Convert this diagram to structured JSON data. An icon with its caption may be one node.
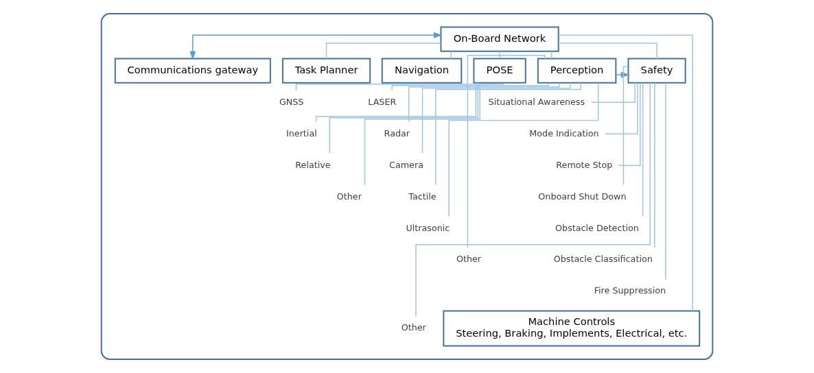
{
  "diagram": {
    "nodes": [
      {
        "text": [],
        "shape": "box"
      },
      {
        "text": [
          "On-Board Network"
        ],
        "in": 0
      },
      {
        "text": [
          "Communications gateway"
        ],
        "in": 0
      },
      {
        "text": [
          "Task Planner"
        ],
        "in": 0
      },
      {
        "text": [
          "Navigation"
        ],
        "in": 0
      },
      {
        "text": [
          "POSE"
        ],
        "in": 0
      },
      {
        "text": [
          "Perception"
        ],
        "in": 0
      },
      {
        "text": [
          "Safety"
        ],
        "in": 0
      },
      {
        "text": [
          "Machine Controls",
          "Steering, Braking, Implements, Electrical, etc."
        ],
        "in": 0
      },
      {
        "text": [
          "GNSS"
        ],
        "in": 0
      },
      {
        "text": [
          "Inertial"
        ],
        "in": 0
      },
      {
        "text": [
          "Relative"
        ],
        "in": 0
      },
      {
        "text": [
          "Other"
        ],
        "in": 0
      },
      {
        "text": [
          "LASER"
        ],
        "in": 0
      },
      {
        "text": [
          "Radar"
        ],
        "in": 0
      },
      {
        "text": [
          "Camera"
        ],
        "in": 0
      },
      {
        "text": [
          "Tactile"
        ],
        "in": 0
      },
      {
        "text": [
          "Ultrasonic"
        ],
        "in": 0
      },
      {
        "text": [
          "Other"
        ],
        "in": 0
      },
      {
        "text": [
          "Situational Awareness"
        ],
        "in": 0
      },
      {
        "text": [
          "Mode Indication"
        ],
        "in": 0
      },
      {
        "text": [
          "Remote Stop"
        ],
        "in": 0
      },
      {
        "text": [
          "Onboard Shut Down"
        ],
        "in": 0
      },
      {
        "text": [
          "Obstacle Detection"
        ],
        "in": 0
      },
      {
        "text": [
          "Obstacle Classification"
        ],
        "in": 0
      },
      {
        "text": [
          "Fire Suppression"
        ],
        "in": 0
      },
      {
        "text": [
          "Other"
        ],
        "in": 0
      }
    ],
    "edges": [
      {
        "from": 1,
        "to": 2,
        "arrow": "both",
        "color": "#5b9bd5"
      },
      {
        "from": 1,
        "to": 3,
        "arrow": "none"
      },
      {
        "from": 1,
        "to": 4,
        "arrow": "none"
      },
      {
        "from": 1,
        "to": 5,
        "arrow": "none"
      },
      {
        "from": 1,
        "to": 6,
        "arrow": "none"
      },
      {
        "from": 1,
        "to": 7,
        "arrow": "none"
      },
      {
        "from": 1,
        "to": 8,
        "arrow": "none"
      },
      {
        "from": 6,
        "to": 7,
        "arrow": "to",
        "color": "#5b9bd5"
      },
      {
        "from": 5,
        "to": 9,
        "arrow": "none"
      },
      {
        "from": 5,
        "to": 10,
        "arrow": "none"
      },
      {
        "from": 5,
        "to": 11,
        "arrow": "none"
      },
      {
        "from": 5,
        "to": 12,
        "arrow": "none"
      },
      {
        "from": 6,
        "to": 13,
        "arrow": "none"
      },
      {
        "from": 6,
        "to": 14,
        "arrow": "none"
      },
      {
        "from": 6,
        "to": 15,
        "arrow": "none"
      },
      {
        "from": 6,
        "to": 16,
        "arrow": "none"
      },
      {
        "from": 6,
        "to": 17,
        "arrow": "none"
      },
      {
        "from": 6,
        "to": 18,
        "arrow": "none"
      },
      {
        "from": 7,
        "to": 19,
        "arrow": "none"
      },
      {
        "from": 7,
        "to": 20,
        "arrow": "none"
      },
      {
        "from": 7,
        "to": 21,
        "arrow": "none"
      },
      {
        "from": 7,
        "to": 22,
        "arrow": "none"
      },
      {
        "from": 7,
        "to": 23,
        "arrow": "none"
      },
      {
        "from": 7,
        "to": 24,
        "arrow": "none"
      },
      {
        "from": 7,
        "to": 25,
        "arrow": "none"
      },
      {
        "from": 7,
        "to": 26,
        "arrow": "none"
      }
    ]
  }
}
